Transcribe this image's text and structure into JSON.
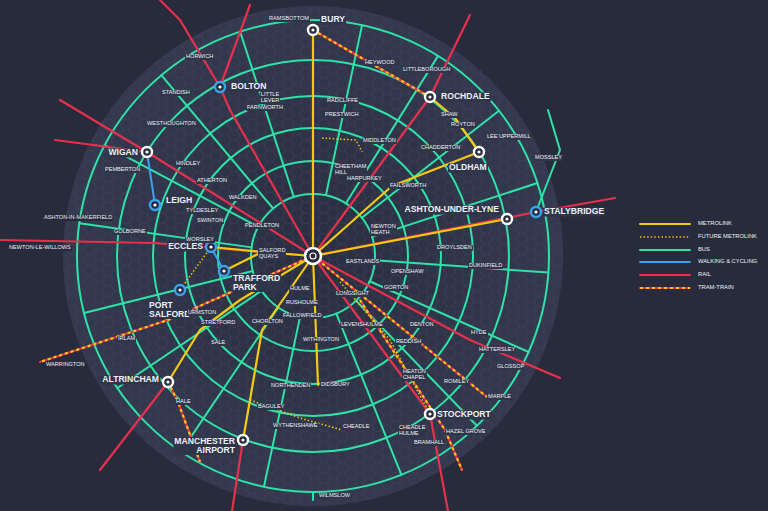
{
  "diagram": {
    "labels": [
      "RAMSBOTTOM",
      "BURY",
      "HORWICH",
      "HEYWOOD",
      "LITTLEBOROUGH",
      "BOLTON",
      "STANDISH",
      "LITTLE LEVER",
      "RADCLIFFE",
      "ROCHDALE",
      "FARNWORTH",
      "PRESTWICH",
      "SHAW",
      "ROYTON",
      "WESTHOUGHTON",
      "LEES",
      "UPPERMILL",
      "MIDDLETON",
      "CHADDERTON",
      "WIGAN",
      "OLDHAM",
      "MOSSLEY",
      "HINDLEY",
      "PEMBERTON",
      "CHEETHAM HILL",
      "HARPURKEY",
      "ATHERTON",
      "FAILSWORTH",
      "WALKDEN",
      "LEIGH",
      "TYLDESLEY",
      "ASHTON-IN-MAKERFIELD",
      "ASHTON-UNDER-LYNE",
      "STALYBRIDGE",
      "SWINTON",
      "NEWTON HEATH",
      "GOLBORNE",
      "PENDLETON",
      "WORSLEY",
      "NEWTON-LE-WILLOWS",
      "ECCLES",
      "SALFORD QUAYS",
      "DROYLSDEN",
      "EASTLANDS",
      "OPENSHAW",
      "DUKINFIELD",
      "TRAFFORD PARK",
      "PORT SALFORD",
      "GORTON",
      "HULME",
      "LONGSIGHT",
      "RUSHOLME",
      "URMSTON",
      "STRETFORD",
      "CHORLTON",
      "FALLOWFIELD",
      "LEVENSHULME",
      "DENTON",
      "HYDE",
      "IRLAM",
      "WITHINGTON",
      "REDDISH",
      "SALE",
      "HATTERSLEY",
      "WARRINGTON",
      "GLOSSOP",
      "HEATON CHAPEL",
      "ALTRINCHAM",
      "ROMILEY",
      "DIDSBURY",
      "NORTHENDEN",
      "MARPLE",
      "HALE",
      "BAGULEY",
      "STOCKPORT",
      "WYTHENSHAWE",
      "CHEADLE",
      "CHEADLE HULME",
      "HAZEL GROVE",
      "MANCHESTER AIRPORT",
      "BRAMHALL",
      "WILMSLOW"
    ],
    "legend": [
      {
        "text": "METROLINK"
      },
      {
        "text": "FUTURE METROLINK"
      },
      {
        "text": "BUS"
      },
      {
        "text": "WALKING & CYCLING"
      },
      {
        "text": "RAIL"
      },
      {
        "text": "TRAM-TRAIN"
      }
    ]
  }
}
